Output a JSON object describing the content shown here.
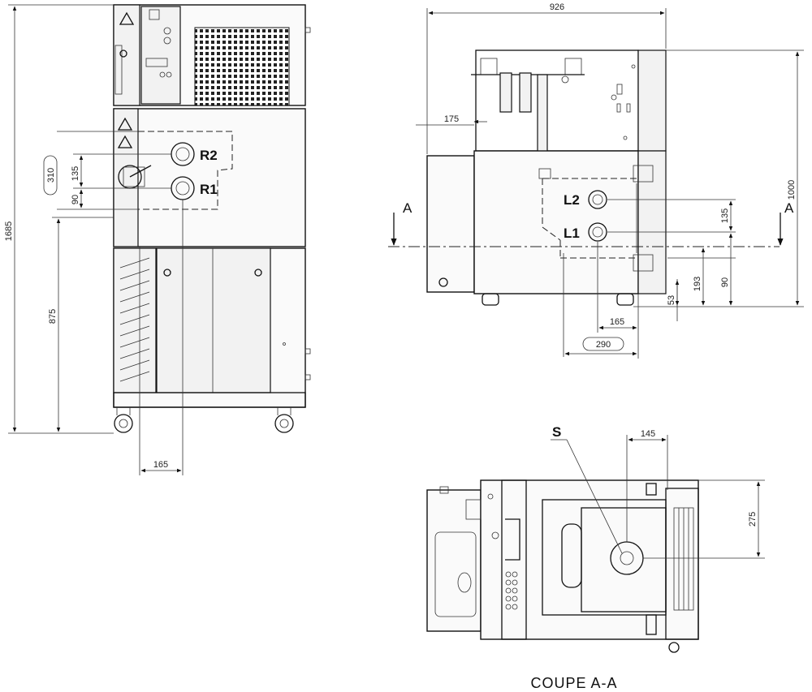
{
  "front_view": {
    "dimensions": {
      "total_height": "1685",
      "lower_height": "875",
      "port_span": "310",
      "port_upper_offset": "135",
      "port_lower_offset": "90",
      "port_horizontal": "165"
    },
    "ports": {
      "upper": "R2",
      "lower": "R1"
    }
  },
  "side_view": {
    "dimensions": {
      "total_width": "926",
      "total_height": "1000",
      "top_offset": "175",
      "port_spacing": "135",
      "port_lower_offset": "90",
      "port_height_193": "193",
      "bottom_offset": "53",
      "port_depth_165": "165",
      "port_depth_290": "290"
    },
    "ports": {
      "upper": "L2",
      "lower": "L1"
    },
    "section_markers": {
      "left": "A",
      "right": "A"
    }
  },
  "section_view": {
    "label": "S",
    "dimensions": {
      "width": "145",
      "height": "275"
    },
    "caption": "COUPE A-A"
  }
}
